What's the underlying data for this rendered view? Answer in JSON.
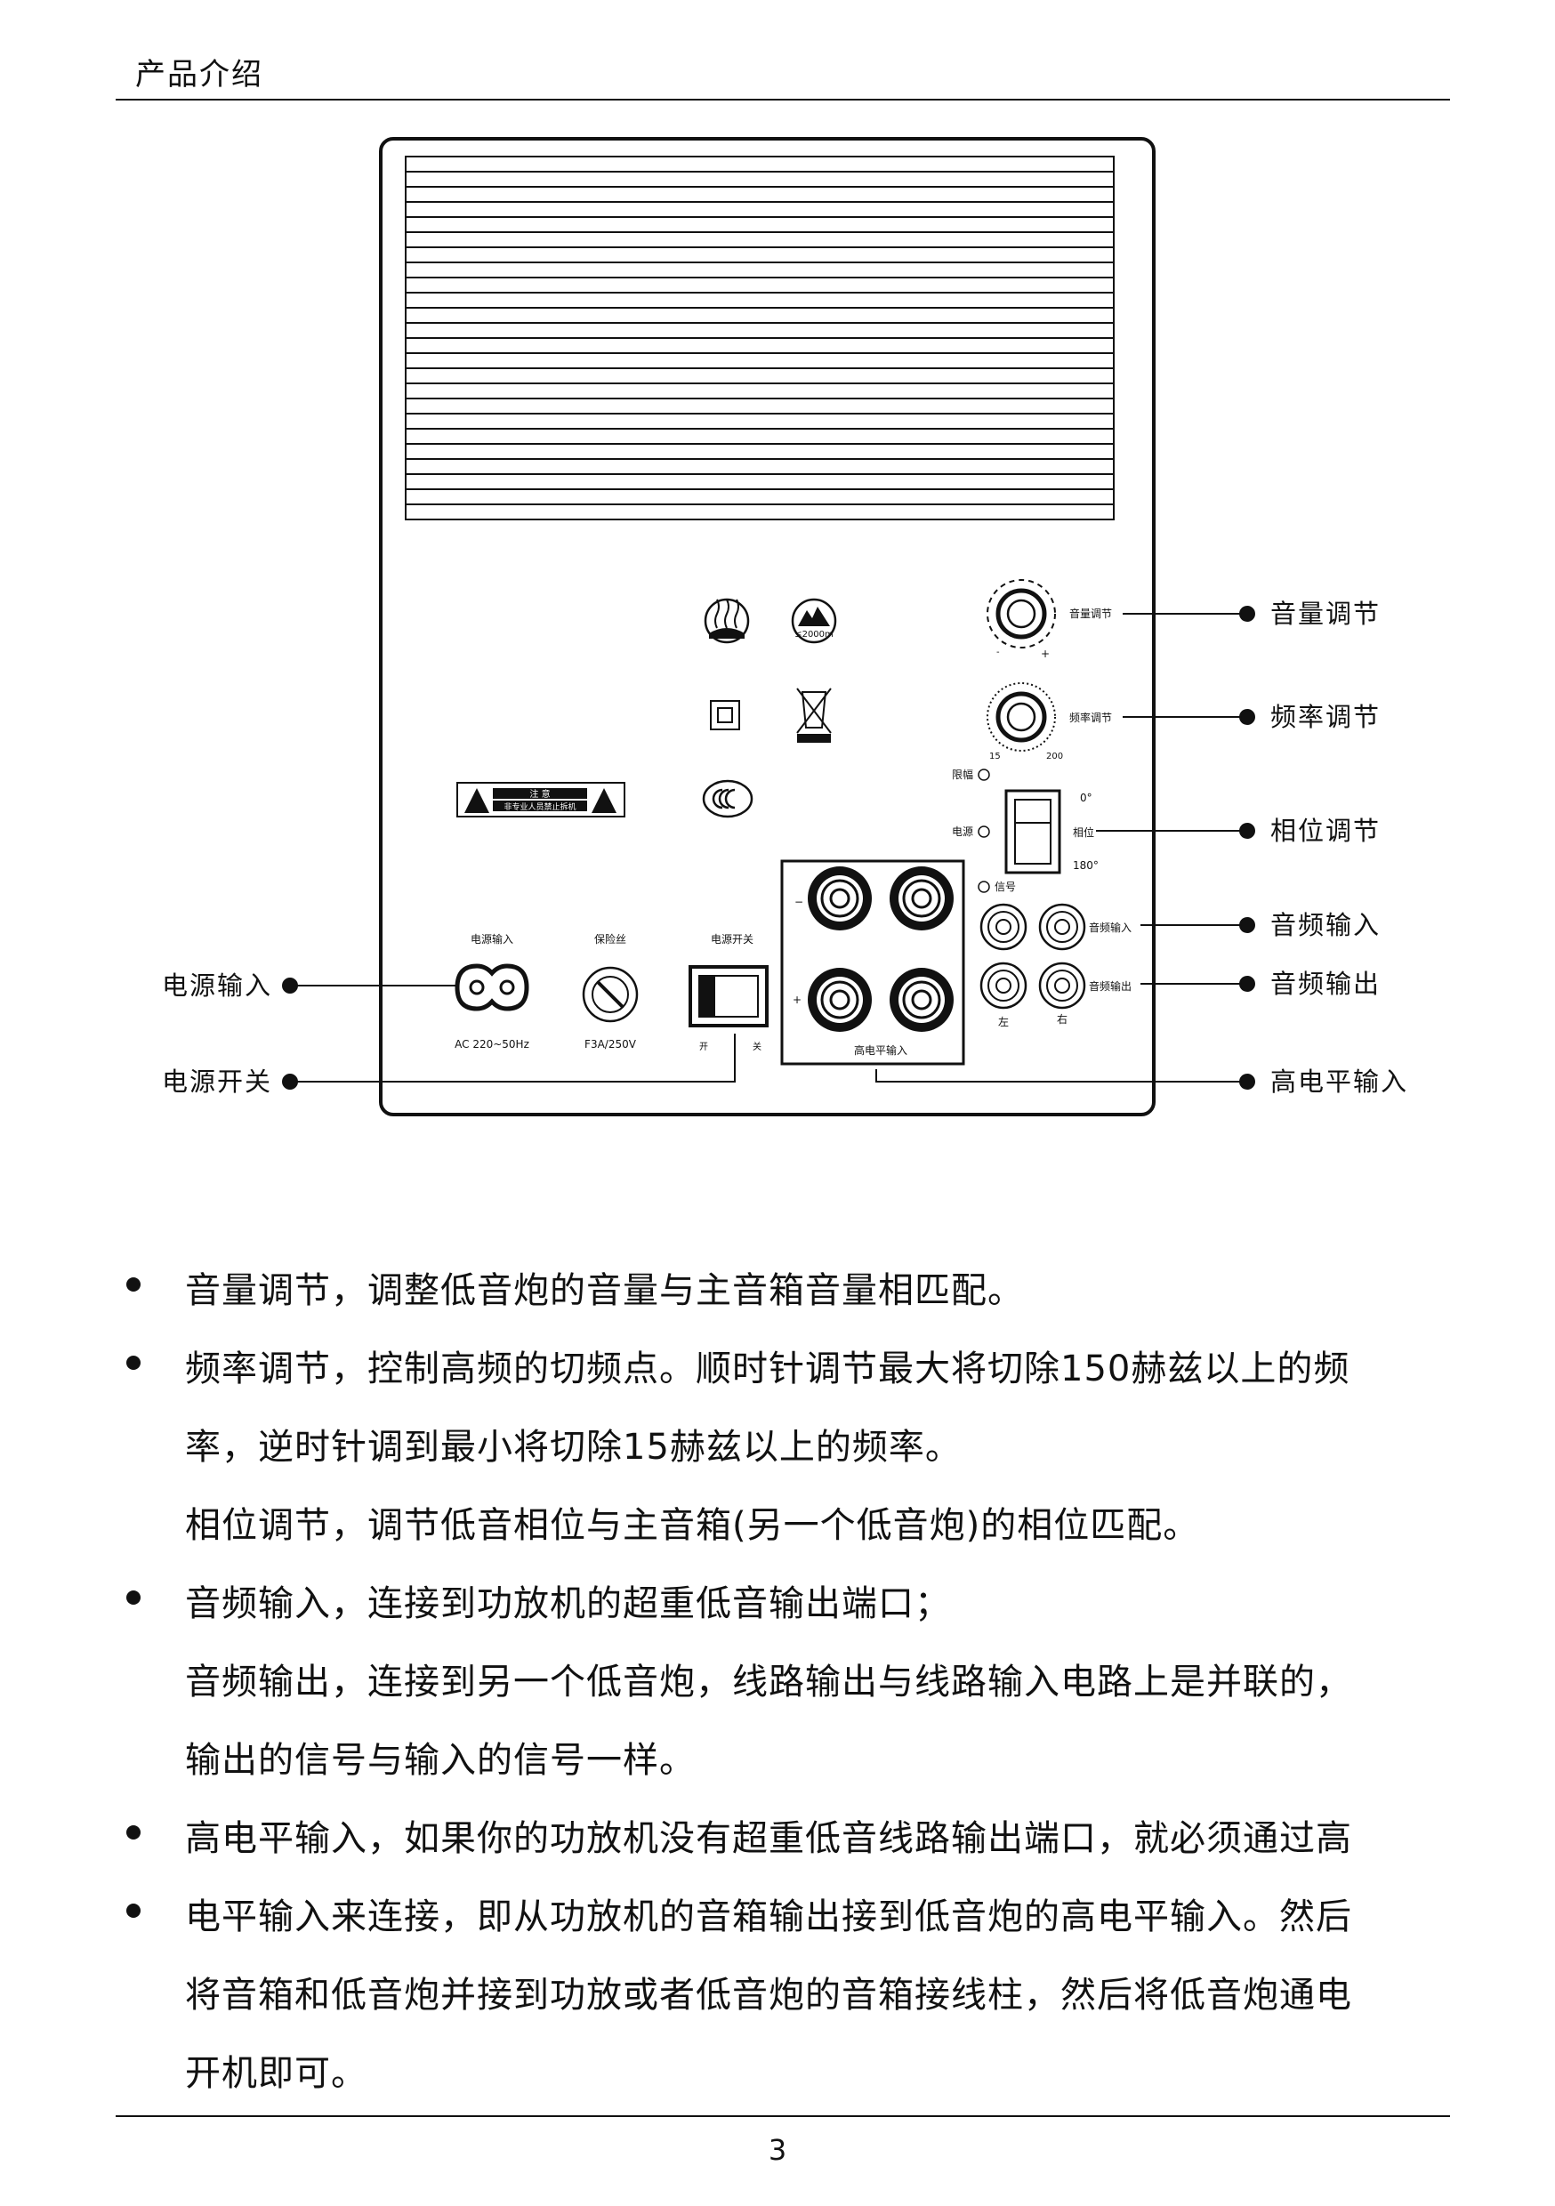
{
  "header": {
    "title": "产品介绍"
  },
  "page_number": "3",
  "panel": {
    "volume_label": "音量调节",
    "volume_minus": "-",
    "volume_plus": "+",
    "freq_label": "频率调节",
    "freq_min": "15",
    "freq_max": "200",
    "limit_label": "限幅",
    "power_led_label": "电源",
    "signal_led_label": "信号",
    "phase_0": "0°",
    "phase_label": "相位",
    "phase_180": "180°",
    "audio_in_label": "音频输入",
    "audio_out_label": "音频输出",
    "left_label": "左",
    "right_label": "右",
    "high_level_label": "高电平输入",
    "minus_sign": "−",
    "plus_sign": "+",
    "power_input_label": "电源输入",
    "power_input_spec": "AC 220~50Hz",
    "fuse_label": "保险丝",
    "fuse_spec": "F3A/250V",
    "power_switch_label": "电源开关",
    "switch_on": "开",
    "switch_off": "关",
    "altitude_mark": "≤2000m",
    "warning_title": "注 意",
    "warning_text": "非专业人员禁止拆机"
  },
  "callouts": {
    "volume": "音量调节",
    "frequency": "频率调节",
    "phase": "相位调节",
    "audio_in": "音频输入",
    "audio_out": "音频输出",
    "high_level": "高电平输入",
    "power_input": "电源输入",
    "power_switch": "电源开关"
  },
  "body": {
    "line1": "音量调节，调整低音炮的音量与主音箱音量相匹配。",
    "line2": "频率调节，控制高频的切频点。顺时针调节最大将切除150赫兹以上的频",
    "line3": "率，逆时针调到最小将切除15赫兹以上的频率。",
    "line4": "相位调节，调节低音相位与主音箱(另一个低音炮)的相位匹配。",
    "line5": "音频输入，连接到功放机的超重低音输出端口；",
    "line6": "音频输出，连接到另一个低音炮，线路输出与线路输入电路上是并联的，",
    "line7": "输出的信号与输入的信号一样。",
    "line8": "高电平输入，如果你的功放机没有超重低音线路输出端口，就必须通过高",
    "line9": "电平输入来连接，即从功放机的音箱输出接到低音炮的高电平输入。然后",
    "line10": "将音箱和低音炮并接到功放或者低音炮的音箱接线柱，然后将低音炮通电",
    "line11": "开机即可。"
  }
}
